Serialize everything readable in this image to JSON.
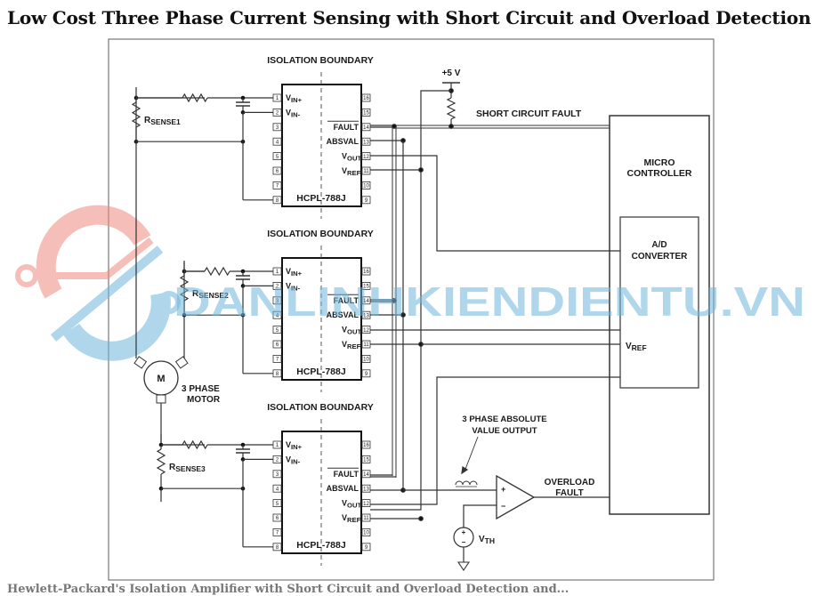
{
  "title": "Low Cost Three Phase Current Sensing with Short Circuit and Overload Detection",
  "caption": "Hewlett-Packard's Isolation Amplifier with Short Circuit and Overload Detection and...",
  "watermark": "DANLINHKIENDIENTU.VN",
  "colors": {
    "line": "#333333",
    "watermark_blue": "#6fb6dc",
    "watermark_red": "#f08a80"
  },
  "supply_label": "+5 V",
  "short_circuit_label": "SHORT CIRCUIT FAULT",
  "micro": {
    "line1": "MICRO",
    "line2": "CONTROLLER"
  },
  "adc": {
    "line1": "A/D",
    "line2": "CONVERTER",
    "vref": "V",
    "vref_sub": "REF"
  },
  "motor": {
    "symbol": "M",
    "line1": "3 PHASE",
    "line2": "MOTOR"
  },
  "abs_output": {
    "line1": "3 PHASE ABSOLUTE",
    "line2": "VALUE OUTPUT"
  },
  "overload": {
    "line1": "OVERLOAD",
    "line2": "FAULT"
  },
  "vth": {
    "main": "V",
    "sub": "TH"
  },
  "comparator": {
    "plus": "+",
    "minus": "−"
  },
  "channels": [
    {
      "boundary": "ISOLATION BOUNDARY",
      "part": "HCPL-788J",
      "rsense": "R",
      "rsense_sub": "SENSE1"
    },
    {
      "boundary": "ISOLATION BOUNDARY",
      "part": "HCPL-788J",
      "rsense": "R",
      "rsense_sub": "SENSE2"
    },
    {
      "boundary": "ISOLATION BOUNDARY",
      "part": "HCPL-788J",
      "rsense": "R",
      "rsense_sub": "SENSE3"
    }
  ],
  "pins": {
    "left": [
      "1",
      "2",
      "3",
      "4",
      "5",
      "6",
      "7",
      "8"
    ],
    "right": [
      "16",
      "15",
      "14",
      "13",
      "12",
      "11",
      "10",
      "9"
    ],
    "vin_plus": {
      "main": "V",
      "sub": "IN+"
    },
    "vin_minus": {
      "main": "V",
      "sub": "IN-"
    },
    "fault": "FAULT",
    "absval": "ABSVAL",
    "vout": {
      "main": "V",
      "sub": "OUT"
    },
    "vref": {
      "main": "V",
      "sub": "REF"
    }
  }
}
